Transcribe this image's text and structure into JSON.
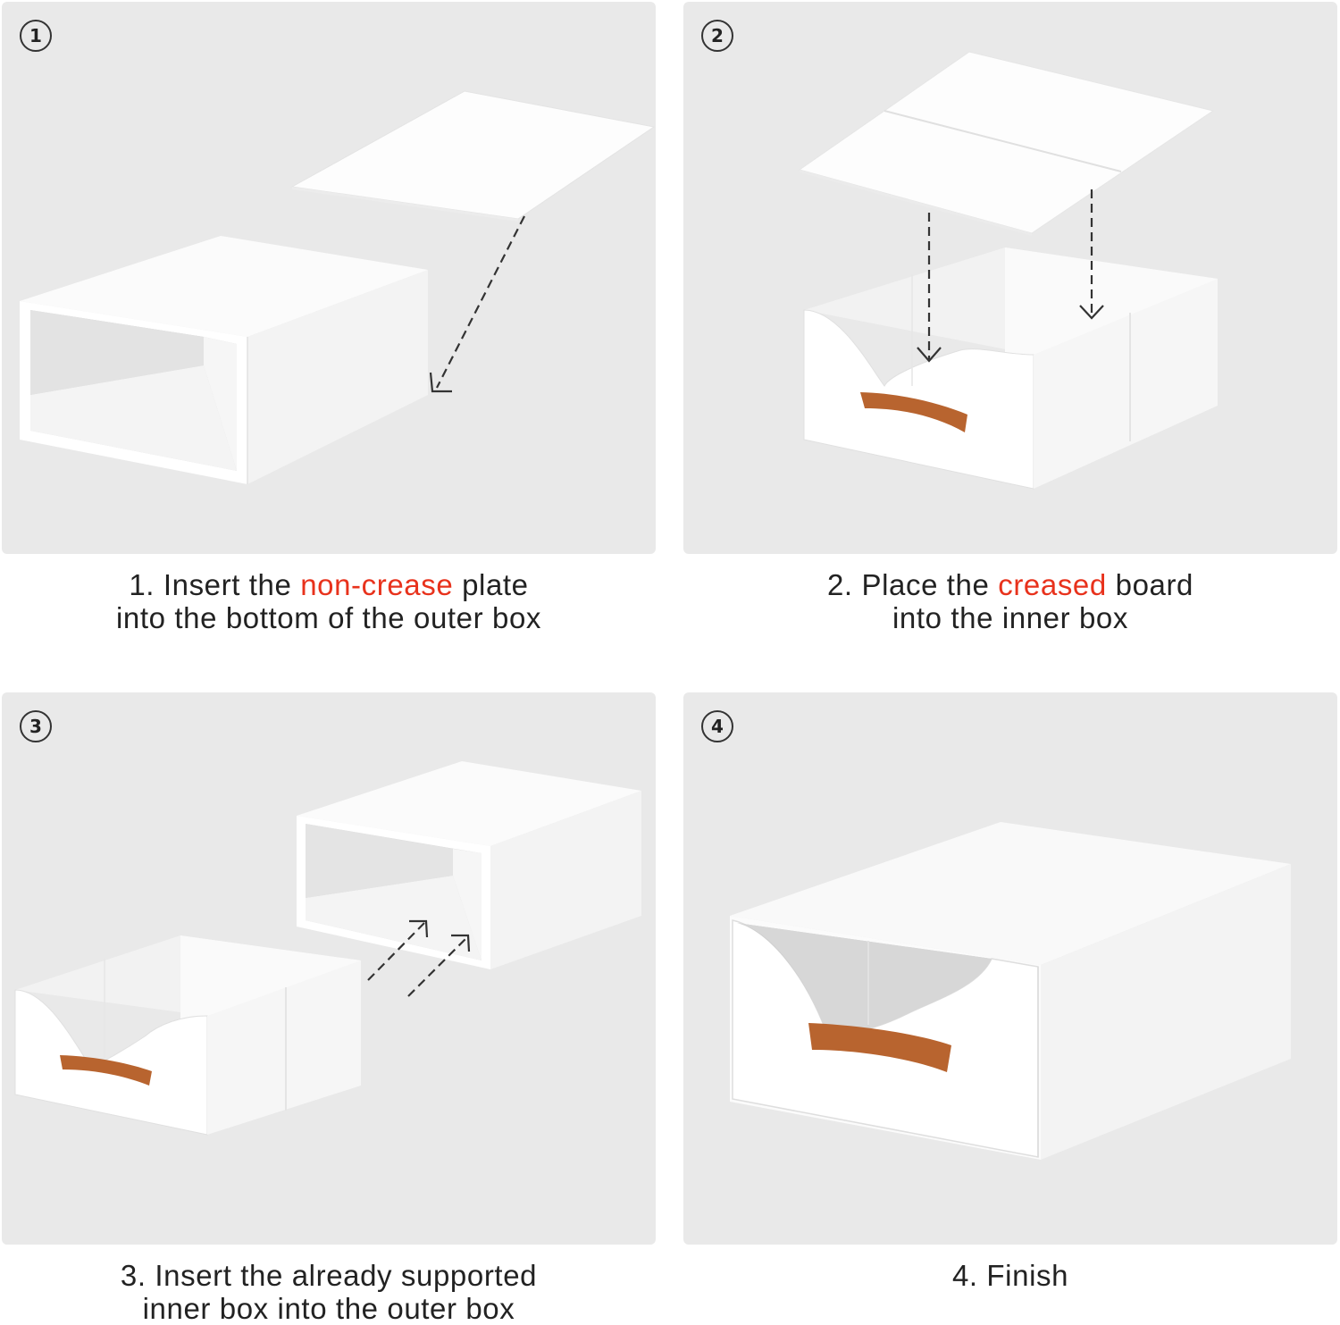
{
  "steps": [
    {
      "number": "1",
      "caption_line1_pre": "1. Insert the ",
      "caption_line1_highlight": "non-crease",
      "caption_line1_post": " plate",
      "caption_line2": "into the bottom of the outer box"
    },
    {
      "number": "2",
      "caption_line1_pre": "2. Place the ",
      "caption_line1_highlight": "creased",
      "caption_line1_post": " board",
      "caption_line2": "into the inner box"
    },
    {
      "number": "3",
      "caption_line1": "3. Insert the already supported",
      "caption_line2": "inner box into the outer box"
    },
    {
      "number": "4",
      "caption_line1": "4. Finish"
    }
  ],
  "colors": {
    "panel_background": "#e9e9e9",
    "highlight_text": "#e8321c",
    "handle_leather": "#b8642f",
    "box_white": "#ffffff"
  }
}
